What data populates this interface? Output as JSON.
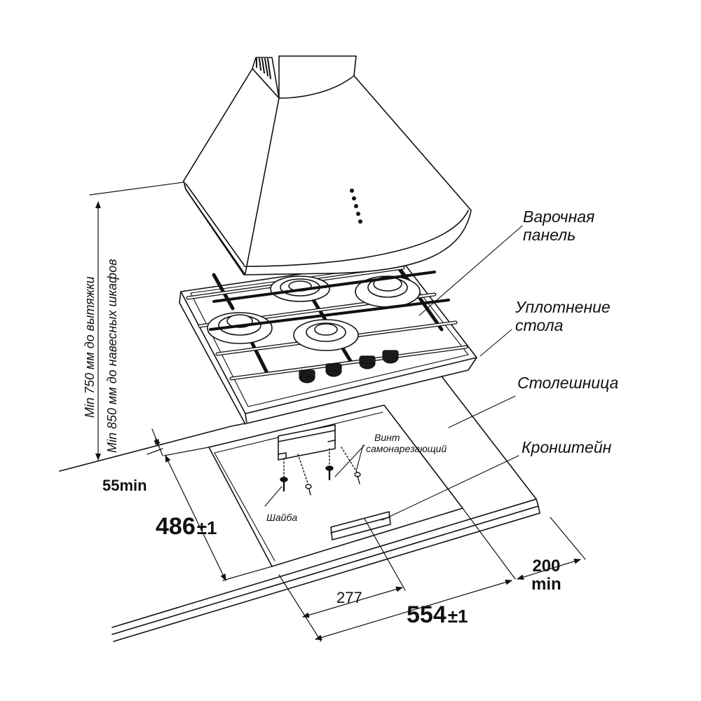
{
  "labels": {
    "hob_line1": "Варочная",
    "hob_line2": "панель",
    "seal_line1": "Уплотнение",
    "seal_line2": "стола",
    "countertop": "Столешница",
    "bracket": "Кронштейн",
    "screw_line1": "Винт",
    "screw_line2": "самонарезающий",
    "washer": "Шайба"
  },
  "vertical_notes": {
    "hood_clearance": "Min 750 мм до вытяжки",
    "cabinet_clearance": "Min 850 мм до навесных шкафов"
  },
  "dimensions": {
    "depth": "486",
    "depth_tol": "±1",
    "width": "554",
    "width_tol": "±1",
    "half_width": "277",
    "edge_min": "55min",
    "back_line1": "200",
    "back_line2": "min"
  },
  "colors": {
    "line": "#111111",
    "knob": "#1a1a1a",
    "fill": "#ffffff"
  }
}
